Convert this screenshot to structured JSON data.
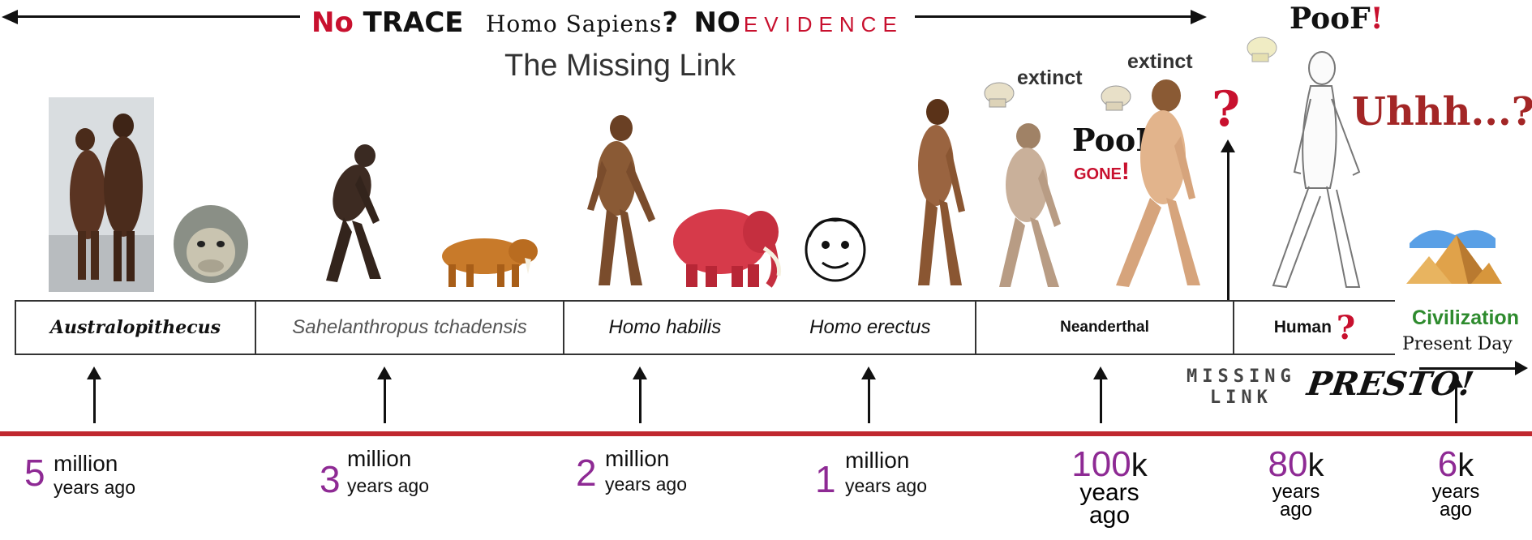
{
  "banner": {
    "no_trace_no": "No",
    "no_trace_trace": "TRACE",
    "homo_sapiens": "Homo Sapiens",
    "question": "?",
    "no_evidence_no": "NO",
    "no_evidence_evidence": "EVIDENCE"
  },
  "missing_link_title": "The Missing Link",
  "extinct_1": "extinct",
  "extinct_2": "extinct",
  "poof_top": {
    "word": "PooF",
    "bang": "!"
  },
  "poof_mid": {
    "word": "PooF",
    "gone": "GONE",
    "bang": "!"
  },
  "uhhh": "Uhhh...?",
  "question_mark": "?",
  "labels": {
    "australopithecus": "Australopithecus",
    "sahelanthropus": "Sahelanthropus tchadensis",
    "homo_habilis": "Homo habilis",
    "homo_erectus": "Homo erectus",
    "neanderthal": "Neanderthal",
    "human": "Human",
    "human_q": "?",
    "civilization": "Civilization",
    "present_day": "Present Day"
  },
  "missing_link_label": {
    "line1": "MISSING",
    "line2": "LINK"
  },
  "presto": "PRESTO!",
  "timeline": [
    {
      "num": "5",
      "unit": "million",
      "ago": "years ago"
    },
    {
      "num": "3",
      "unit": "million",
      "ago": "years ago"
    },
    {
      "num": "2",
      "unit": "million",
      "ago": "years ago"
    },
    {
      "num": "1",
      "unit": "million",
      "ago": "years ago"
    },
    {
      "num": "100",
      "unit": "k",
      "years": "years",
      "ago": "ago"
    },
    {
      "num": "80",
      "unit": "k",
      "years": "years",
      "ago": "ago"
    },
    {
      "num": "6",
      "unit": "k",
      "years": "years",
      "ago": "ago"
    }
  ],
  "colors": {
    "timeline_red": "#c0282f",
    "accent_red": "#c8102e",
    "number_purple": "#8e2a94",
    "civilization_green": "#2e8b2e"
  }
}
